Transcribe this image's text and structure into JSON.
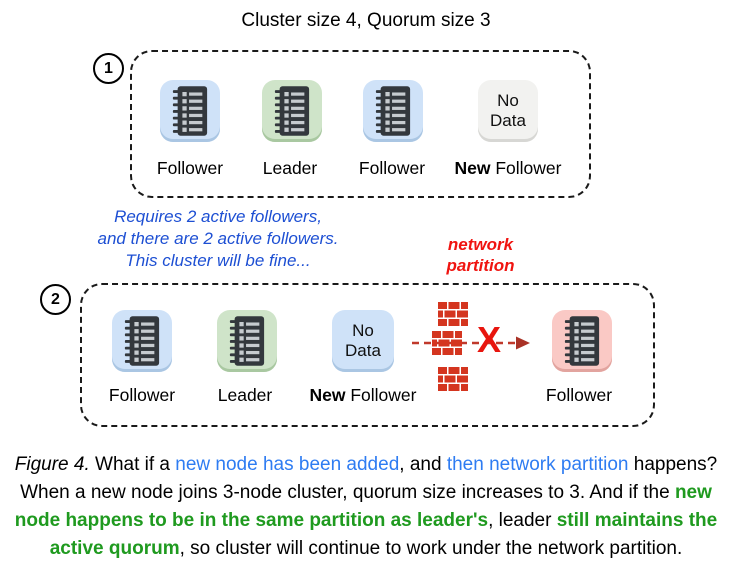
{
  "title": "Cluster size 4, Quorum size 3",
  "badges": {
    "one": "1",
    "two": "2"
  },
  "scene1": {
    "nodes": [
      {
        "label": "Follower",
        "variant": "blue",
        "icon": "notebook"
      },
      {
        "label": "Leader",
        "variant": "green",
        "icon": "notebook"
      },
      {
        "label": "Follower",
        "variant": "blue",
        "icon": "notebook"
      },
      {
        "label_bold": "New ",
        "label": "Follower",
        "variant": "gray",
        "icon": "no-data",
        "box_line1": "No",
        "box_line2": "Data"
      }
    ]
  },
  "note_lines": [
    "Requires 2 active followers,",
    "and there are 2 active followers.",
    "This cluster will be fine..."
  ],
  "partition_lines": [
    "network",
    "partition"
  ],
  "scene2": {
    "nodes": [
      {
        "label": "Follower",
        "variant": "blue",
        "icon": "notebook"
      },
      {
        "label": "Leader",
        "variant": "green",
        "icon": "notebook"
      },
      {
        "label_bold": "New ",
        "label": "Follower",
        "variant": "blue",
        "icon": "no-data",
        "box_line1": "No",
        "box_line2": "Data"
      },
      {
        "label": "Follower",
        "variant": "pink",
        "icon": "notebook"
      }
    ],
    "x_mark": "X"
  },
  "caption": [
    [
      {
        "t": "Figure 4.",
        "s": "i"
      },
      {
        "t": " What if a ",
        "s": ""
      },
      {
        "t": "new node has been added",
        "s": "b"
      },
      {
        "t": ", and ",
        "s": ""
      },
      {
        "t": "then network partition",
        "s": "b"
      },
      {
        "t": " happens?",
        "s": ""
      }
    ],
    [
      {
        "t": "When a new node joins 3-node cluster, quorum size increases to 3. And if the ",
        "s": ""
      },
      {
        "t": "new",
        "s": "g"
      }
    ],
    [
      {
        "t": "node happens to be in the same partition as leader's",
        "s": "g"
      },
      {
        "t": ", leader ",
        "s": ""
      },
      {
        "t": "still maintains the",
        "s": "g"
      }
    ],
    [
      {
        "t": "active quorum",
        "s": "g"
      },
      {
        "t": ", so cluster will continue to work under the network partition.",
        "s": ""
      }
    ]
  ],
  "colors": {
    "note-blue": "#1d4fd3",
    "cap-blue": "#2e7cf2",
    "green": "#1f9a1f",
    "red-text": "#f01410",
    "brick-red": "#d4351f",
    "x-red": "#e8150e",
    "arrow-red": "#c0392b",
    "arrowhead-red": "#a93226"
  }
}
